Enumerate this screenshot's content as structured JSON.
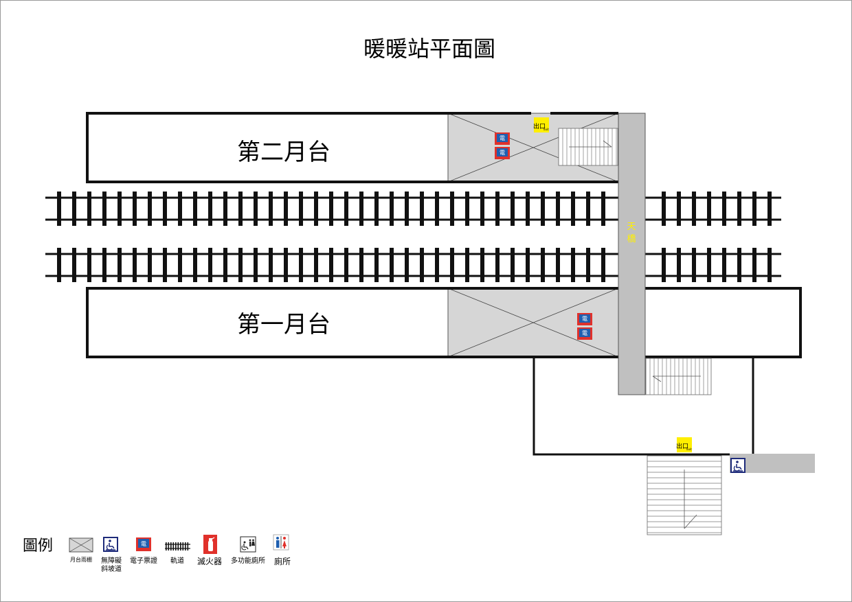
{
  "title": "暖暖站平面圖",
  "platforms": {
    "platform2": "第二月台",
    "platform1": "第一月台"
  },
  "overpass_label": "天橋",
  "exit_sign": {
    "main": "出口",
    "sub": "Exit"
  },
  "ticket_reader_glyph": "電",
  "legend": {
    "heading": "圖例",
    "items": {
      "canopy": "月台雨棚",
      "ramp_line1": "無障礙",
      "ramp_line2": "斜坡道",
      "eticket": "電子票證",
      "track": "軌道",
      "extinguisher": "滅火器",
      "accessible_toilet": "多功能廁所",
      "toilet": "廁所"
    }
  },
  "colors": {
    "ticket_blue": "#1f5fb0",
    "ticket_red": "#e0312b",
    "exit_yellow": "#ffef00",
    "overpass_text": "#ffef00",
    "canopy_gray": "#d6d6d6",
    "overpass_gray": "#c0c0c0",
    "ramp_navy": "#1d2a7a"
  }
}
